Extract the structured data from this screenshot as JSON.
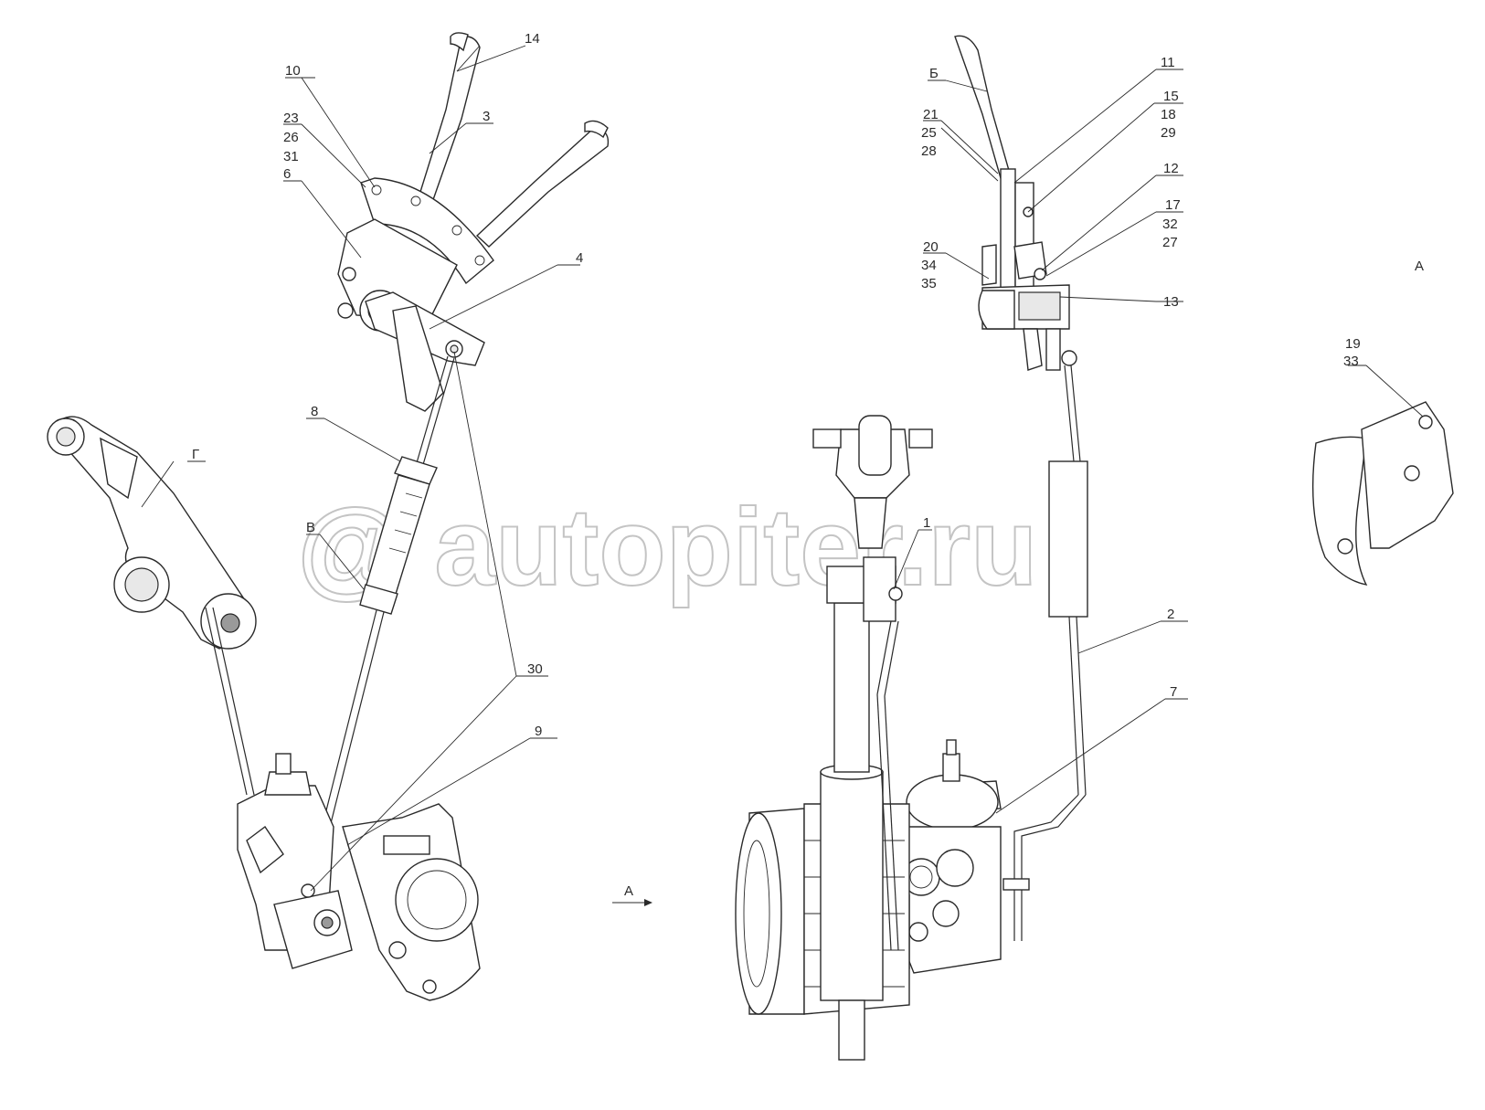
{
  "watermark": "@ autopiter.ru",
  "view_label_right": "A",
  "view_arrow_label": "A",
  "callouts": {
    "c14": "14",
    "c10": "10",
    "c3": "3",
    "c23": "23",
    "c26": "26",
    "c31": "31",
    "c6": "6",
    "c4": "4",
    "c8": "8",
    "cG": "Г",
    "cV": "В",
    "c30": "30",
    "c9": "9",
    "cB": "Б",
    "c11": "11",
    "c15": "15",
    "c18": "18",
    "c29": "29",
    "c21": "21",
    "c25": "25",
    "c28": "28",
    "c12": "12",
    "c17": "17",
    "c32": "32",
    "c27": "27",
    "c20": "20",
    "c34": "34",
    "c35": "35",
    "c13": "13",
    "c19": "19",
    "c33": "33",
    "c1": "1",
    "c2": "2",
    "c7": "7"
  }
}
